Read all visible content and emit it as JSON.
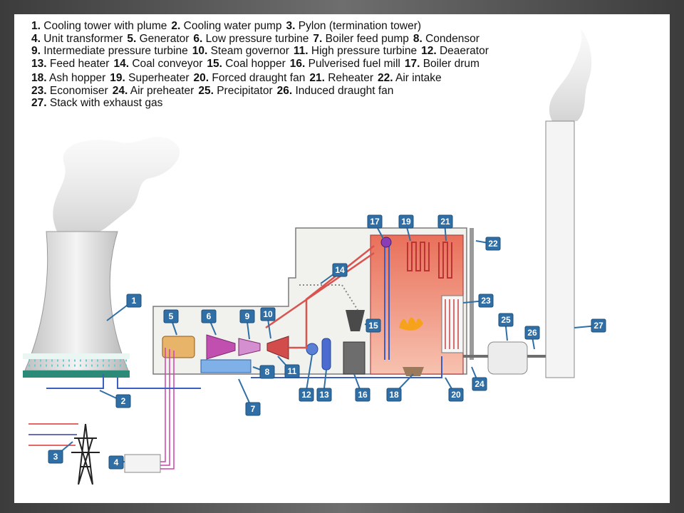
{
  "legend": {
    "lines": [
      [
        {
          "n": "1.",
          "t": "Cooling tower with plume"
        },
        {
          "n": "2.",
          "t": "Cooling water pump"
        },
        {
          "n": "3.",
          "t": "Pylon (termination tower)"
        }
      ],
      [
        {
          "n": "4.",
          "t": "Unit transformer"
        },
        {
          "n": "5.",
          "t": "Generator"
        },
        {
          "n": "6.",
          "t": "Low pressure turbine"
        },
        {
          "n": "7.",
          "t": "Boiler feed pump"
        },
        {
          "n": "8.",
          "t": "Condensor"
        }
      ],
      [
        {
          "n": "9.",
          "t": "Intermediate pressure turbine"
        },
        {
          "n": "10.",
          "t": "Steam governor"
        },
        {
          "n": "11.",
          "t": "High pressure turbine"
        },
        {
          "n": "12.",
          "t": "Deaerator"
        }
      ],
      [
        {
          "n": "13.",
          "t": "Feed heater"
        },
        {
          "n": "14.",
          "t": "Coal conveyor"
        },
        {
          "n": "15.",
          "t": "Coal hopper"
        },
        {
          "n": "16.",
          "t": "Pulverised fuel mill"
        },
        {
          "n": "17.",
          "t": "Boiler drum"
        }
      ],
      [
        {
          "n": "18.",
          "t": "Ash hopper"
        },
        {
          "n": "19.",
          "t": "Superheater"
        },
        {
          "n": "20.",
          "t": "Forced draught fan"
        },
        {
          "n": "21.",
          "t": "Reheater"
        },
        {
          "n": "22.",
          "t": "Air intake"
        }
      ],
      [
        {
          "n": "23.",
          "t": "Economiser"
        },
        {
          "n": "24.",
          "t": "Air preheater"
        },
        {
          "n": "25.",
          "t": "Precipitator"
        },
        {
          "n": "26.",
          "t": "Induced draught fan"
        }
      ],
      [
        {
          "n": "27.",
          "t": "Stack with exhaust gas"
        }
      ]
    ]
  },
  "callouts": [
    "1",
    "2",
    "3",
    "4",
    "5",
    "6",
    "7",
    "8",
    "9",
    "10",
    "11",
    "12",
    "13",
    "14",
    "15",
    "16",
    "17",
    "18",
    "19",
    "20",
    "21",
    "22",
    "23",
    "24",
    "25",
    "26",
    "27"
  ],
  "colors": {
    "callout": "#2f6fa6",
    "steam": "#d9534f",
    "water": "#3a5fc4",
    "boiler_hot": "#f2846a",
    "building": "#f0f0ec"
  }
}
